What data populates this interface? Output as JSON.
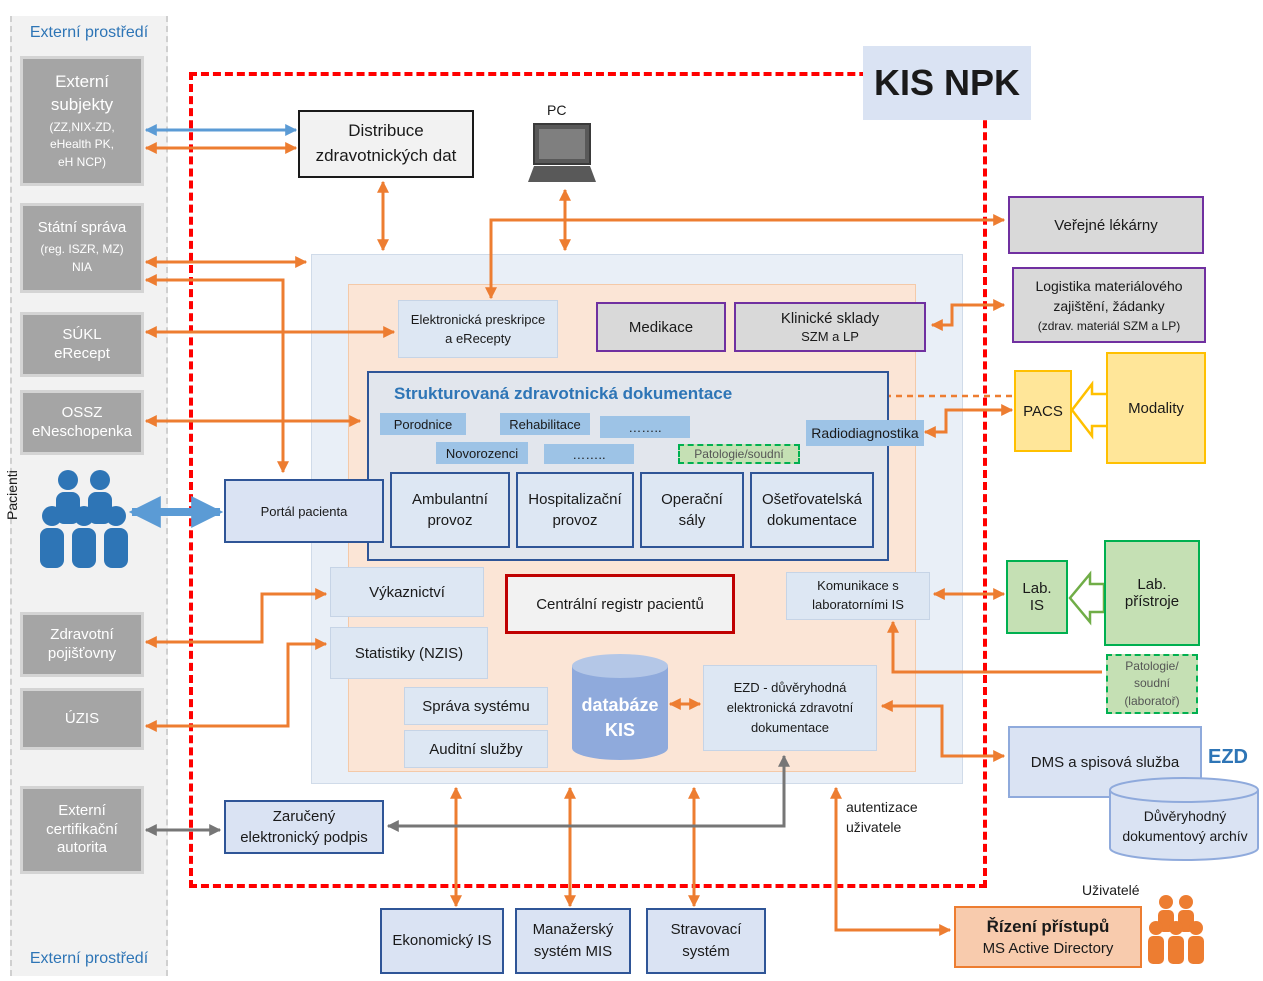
{
  "title": "KIS NPK",
  "external_env": {
    "top_label": "Externí prostředí",
    "bottom_label": "Externí prostředí",
    "patients_label": "Pacienti"
  },
  "external_blocks": {
    "subjekty": {
      "title": "Externí\nsubjekty",
      "sub": "(ZZ,NIX-ZD,\neHealth PK,\neH NCP)"
    },
    "statni_sprava": {
      "title": "Státní správa",
      "sub": "(reg. ISZR, MZ)\nNIA"
    },
    "sukl": "SÚKL\neRecept",
    "ossz": "OSSZ\neNeschopenka",
    "pojistovny": "Zdravotní\npojišťovny",
    "uzis": "ÚZIS",
    "certifikacni": "Externí\ncertifikační\nautorita"
  },
  "distribuce": "Distribuce\nzdravotnických dat",
  "pc_label": "PC",
  "right_blocks": {
    "lekarny": "Veřejné lékárny",
    "logistika": {
      "title": "Logistika materiálového\nzajištění, žádanky",
      "sub": "(zdrav. materiál SZM a LP)"
    },
    "pacs": "PACS",
    "modality": "Modality",
    "lab_is": "Lab.\nIS",
    "lab_pristroje": "Lab.\npřístroje",
    "patologie_lab": "Patologie/\nsoudní\n(laboratoř)",
    "dms": "DMS a spisová služba",
    "ezd_label": "EZD",
    "archiv": "Důvěryhodný\ndokumentový archív",
    "uzivatele_label": "Uživatelé",
    "rizeni": {
      "title": "Řízení přístupů",
      "sub": "MS Active Directory"
    }
  },
  "core": {
    "eprescription": "Elektronická preskripce\na eRecepty",
    "medikace": "Medikace",
    "sklady": {
      "title": "Klinické sklady",
      "sub": "SZM a LP"
    },
    "szd_title": "Strukturovaná zdravotnická dokumentace",
    "tags": [
      "Porodnice",
      "Rehabilitace",
      "……..",
      "Novorozenci",
      "……..",
      "Patologie/soudní"
    ],
    "radiodiagnostika": "Radiodiagnostika",
    "departments": [
      "Ambulantní\nprovoz",
      "Hospitalizační\nprovoz",
      "Operační\nsály",
      "Ošetřovatelská\ndokumentace"
    ],
    "portal": "Portál pacienta",
    "vykaznictvi": "Výkaznictví",
    "statistiky": "Statistiky (NZIS)",
    "registr": "Centrální registr pacientů",
    "komunikace": "Komunikace s\nlaboratorními IS",
    "sprava": "Správa systému",
    "audit": "Auditní služby",
    "database": "databáze\nKIS",
    "ezd_core": "EZD - důvěryhodná\nelektronická zdravotní\ndokumentace",
    "podpis": "Zaručený\nelektronický podpis",
    "autentizace": "autentizace\nuživatele"
  },
  "bottom_systems": [
    "Ekonomický IS",
    "Manažerský\nsystém MIS",
    "Stravovací\nsystém"
  ],
  "colors": {
    "kis_border": "#ff0000",
    "orange_arrow": "#ed7d31",
    "blue_arrow": "#5b9bd5",
    "gray_arrow": "#767676",
    "external_gray": "#a5a5a5",
    "core_bg": "#fbe5d6",
    "purple": "#7030a0",
    "gold": "#ffc000",
    "green": "#70ad47",
    "dark_blue": "#2f5597",
    "registr_red": "#c00000"
  }
}
